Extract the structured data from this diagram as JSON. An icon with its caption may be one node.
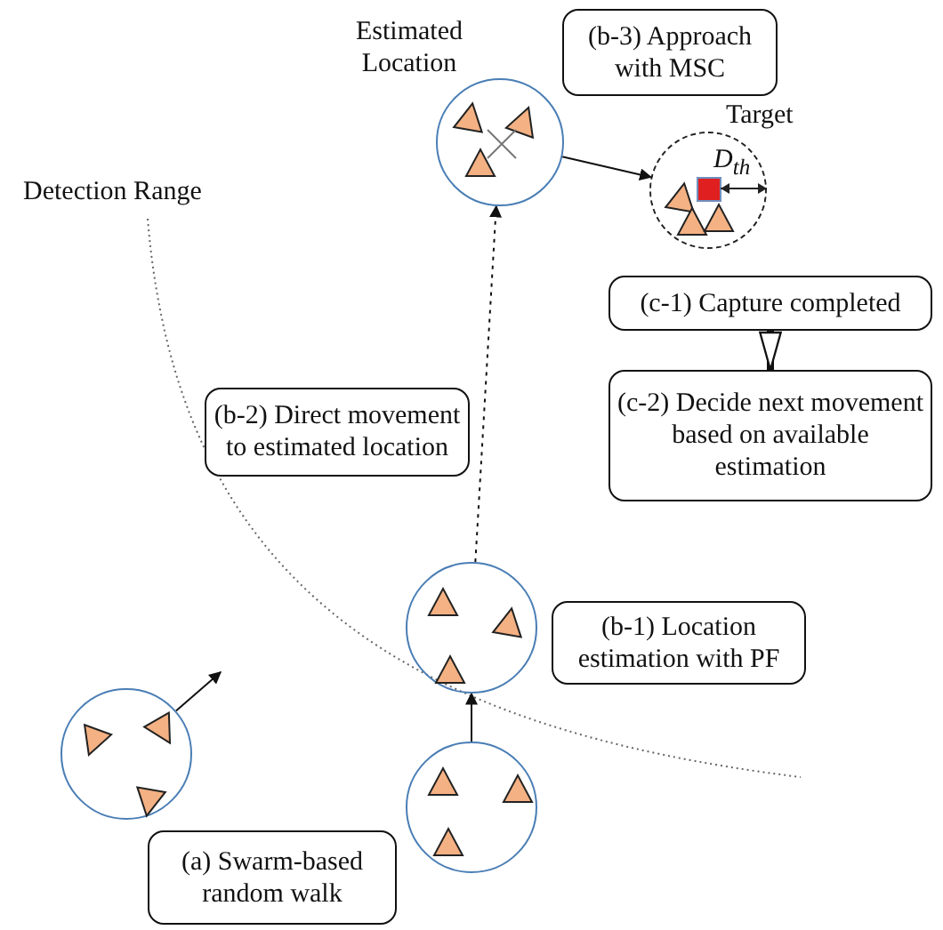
{
  "diagram": {
    "nodes": [
      {
        "text": [],
        "shape": "circle"
      },
      {
        "text": [],
        "shape": "circle"
      },
      {
        "text": [],
        "shape": "circle"
      },
      {
        "text": [],
        "shape": "circle",
        "beside": [
          "Estimated Location"
        ]
      },
      {
        "text": [],
        "shape": "circle",
        "beside": [
          "Target"
        ]
      },
      {
        "text": [
          "(a) Swarm-based random walk"
        ]
      },
      {
        "text": [
          "(b-1) Location estimation with PF"
        ]
      },
      {
        "text": [
          "(b-2) Direct movement to estimated location"
        ]
      },
      {
        "text": [
          "(b-3) Approach with MSC"
        ]
      },
      {
        "text": [
          "(c-1) Capture completed"
        ]
      },
      {
        "text": [
          "(c-2) Decide next movement based on available estimation"
        ]
      }
    ],
    "edges": [
      {
        "from": 0,
        "to": null,
        "arrow": "to"
      },
      {
        "from": 1,
        "to": 2,
        "arrow": "to"
      },
      {
        "from": 2,
        "to": 3,
        "arrow": "to",
        "style": "dashed"
      },
      {
        "from": 3,
        "to": 4,
        "arrow": "to"
      },
      {
        "from": 9,
        "to": 10,
        "arrow": "to",
        "style": "thick"
      }
    ],
    "labels": [
      "Detection Range",
      "D$_{th}$"
    ]
  }
}
